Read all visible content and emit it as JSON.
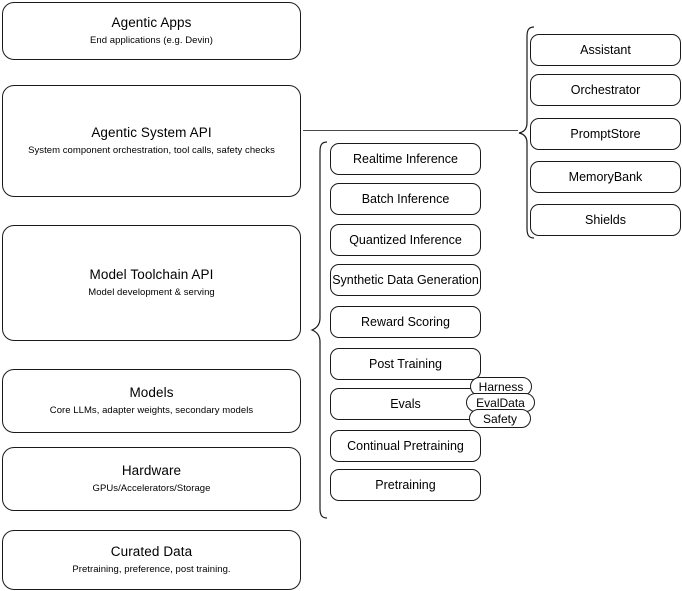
{
  "diagram": {
    "type": "layered-stack-architecture",
    "background_color": "#ffffff",
    "stroke_color": "#1a1a1a",
    "connector_color": "#4a4a4a"
  },
  "stack": {
    "layers": [
      {
        "title": "Agentic Apps",
        "subtitle": "End applications (e.g. Devin)"
      },
      {
        "title": "Agentic System API",
        "subtitle": "System component orchestration, tool calls, safety checks"
      },
      {
        "title": "Model Toolchain API",
        "subtitle": "Model development & serving"
      },
      {
        "title": "Models",
        "subtitle": "Core LLMs, adapter weights, secondary models"
      },
      {
        "title": "Hardware",
        "subtitle": "GPUs/Accelerators/Storage"
      },
      {
        "title": "Curated Data",
        "subtitle": "Pretraining, preference, post training."
      }
    ]
  },
  "toolchain_group": {
    "items": [
      {
        "label": "Realtime Inference"
      },
      {
        "label": "Batch Inference"
      },
      {
        "label": "Quantized Inference"
      },
      {
        "label": "Synthetic Data Generation"
      },
      {
        "label": "Reward Scoring"
      },
      {
        "label": "Post Training"
      },
      {
        "label": "Evals"
      },
      {
        "label": "Continual Pretraining"
      },
      {
        "label": "Pretraining"
      }
    ]
  },
  "evals_subitems": {
    "items": [
      {
        "label": "Harness"
      },
      {
        "label": "EvalData"
      },
      {
        "label": "Safety"
      }
    ]
  },
  "system_group": {
    "items": [
      {
        "label": "Assistant"
      },
      {
        "label": "Orchestrator"
      },
      {
        "label": "PromptStore"
      },
      {
        "label": "MemoryBank"
      },
      {
        "label": "Shields"
      }
    ]
  }
}
